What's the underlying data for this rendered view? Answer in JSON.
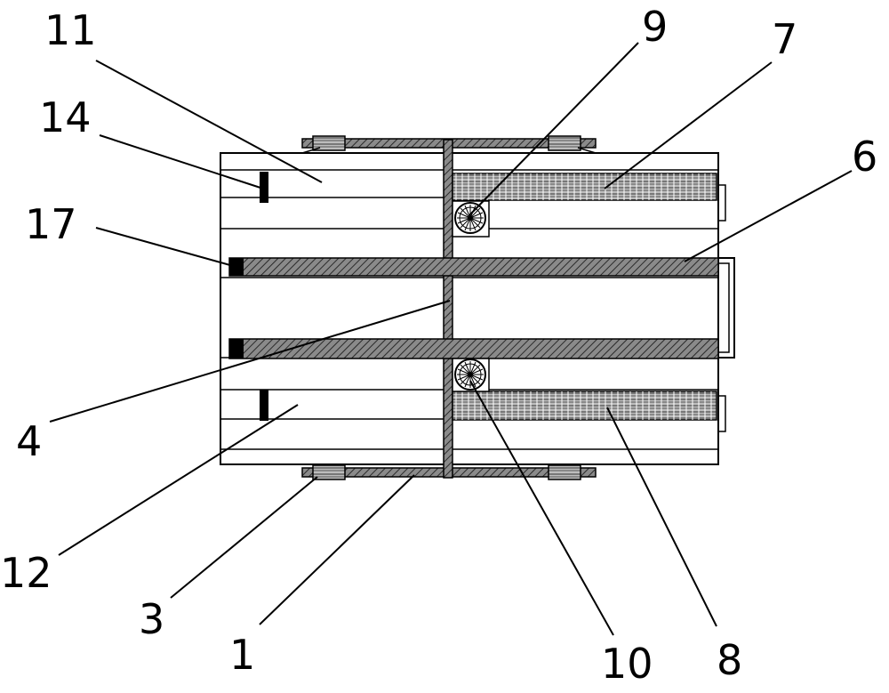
{
  "labels": {
    "l1": "1",
    "l3": "3",
    "l4": "4",
    "l6": "6",
    "l7": "7",
    "l8": "8",
    "l9": "9",
    "l10": "10",
    "l11": "11",
    "l12": "12",
    "l14": "14",
    "l17": "17"
  }
}
